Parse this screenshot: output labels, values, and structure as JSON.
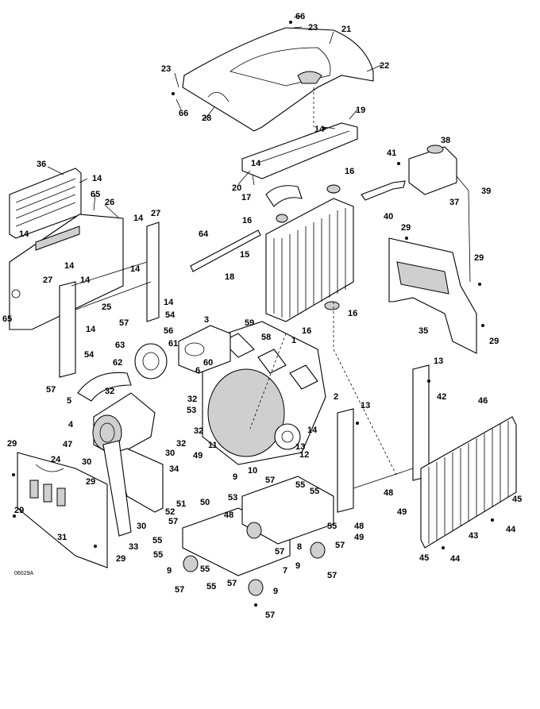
{
  "drawing_code": "06029A",
  "callouts": [
    "1",
    "2",
    "3",
    "4",
    "5",
    "6",
    "7",
    "8",
    "9",
    "10",
    "11",
    "12",
    "13",
    "14",
    "15",
    "16",
    "17",
    "18",
    "19",
    "20",
    "21",
    "22",
    "23",
    "24",
    "25",
    "26",
    "27",
    "28",
    "29",
    "30",
    "31",
    "32",
    "33",
    "34",
    "35",
    "36",
    "37",
    "38",
    "39",
    "40",
    "41",
    "42",
    "43",
    "44",
    "45",
    "46",
    "47",
    "48",
    "49",
    "50",
    "51",
    "52",
    "53",
    "54",
    "55",
    "56",
    "57",
    "58",
    "59",
    "60",
    "61",
    "62",
    "63",
    "64",
    "65",
    "66"
  ]
}
